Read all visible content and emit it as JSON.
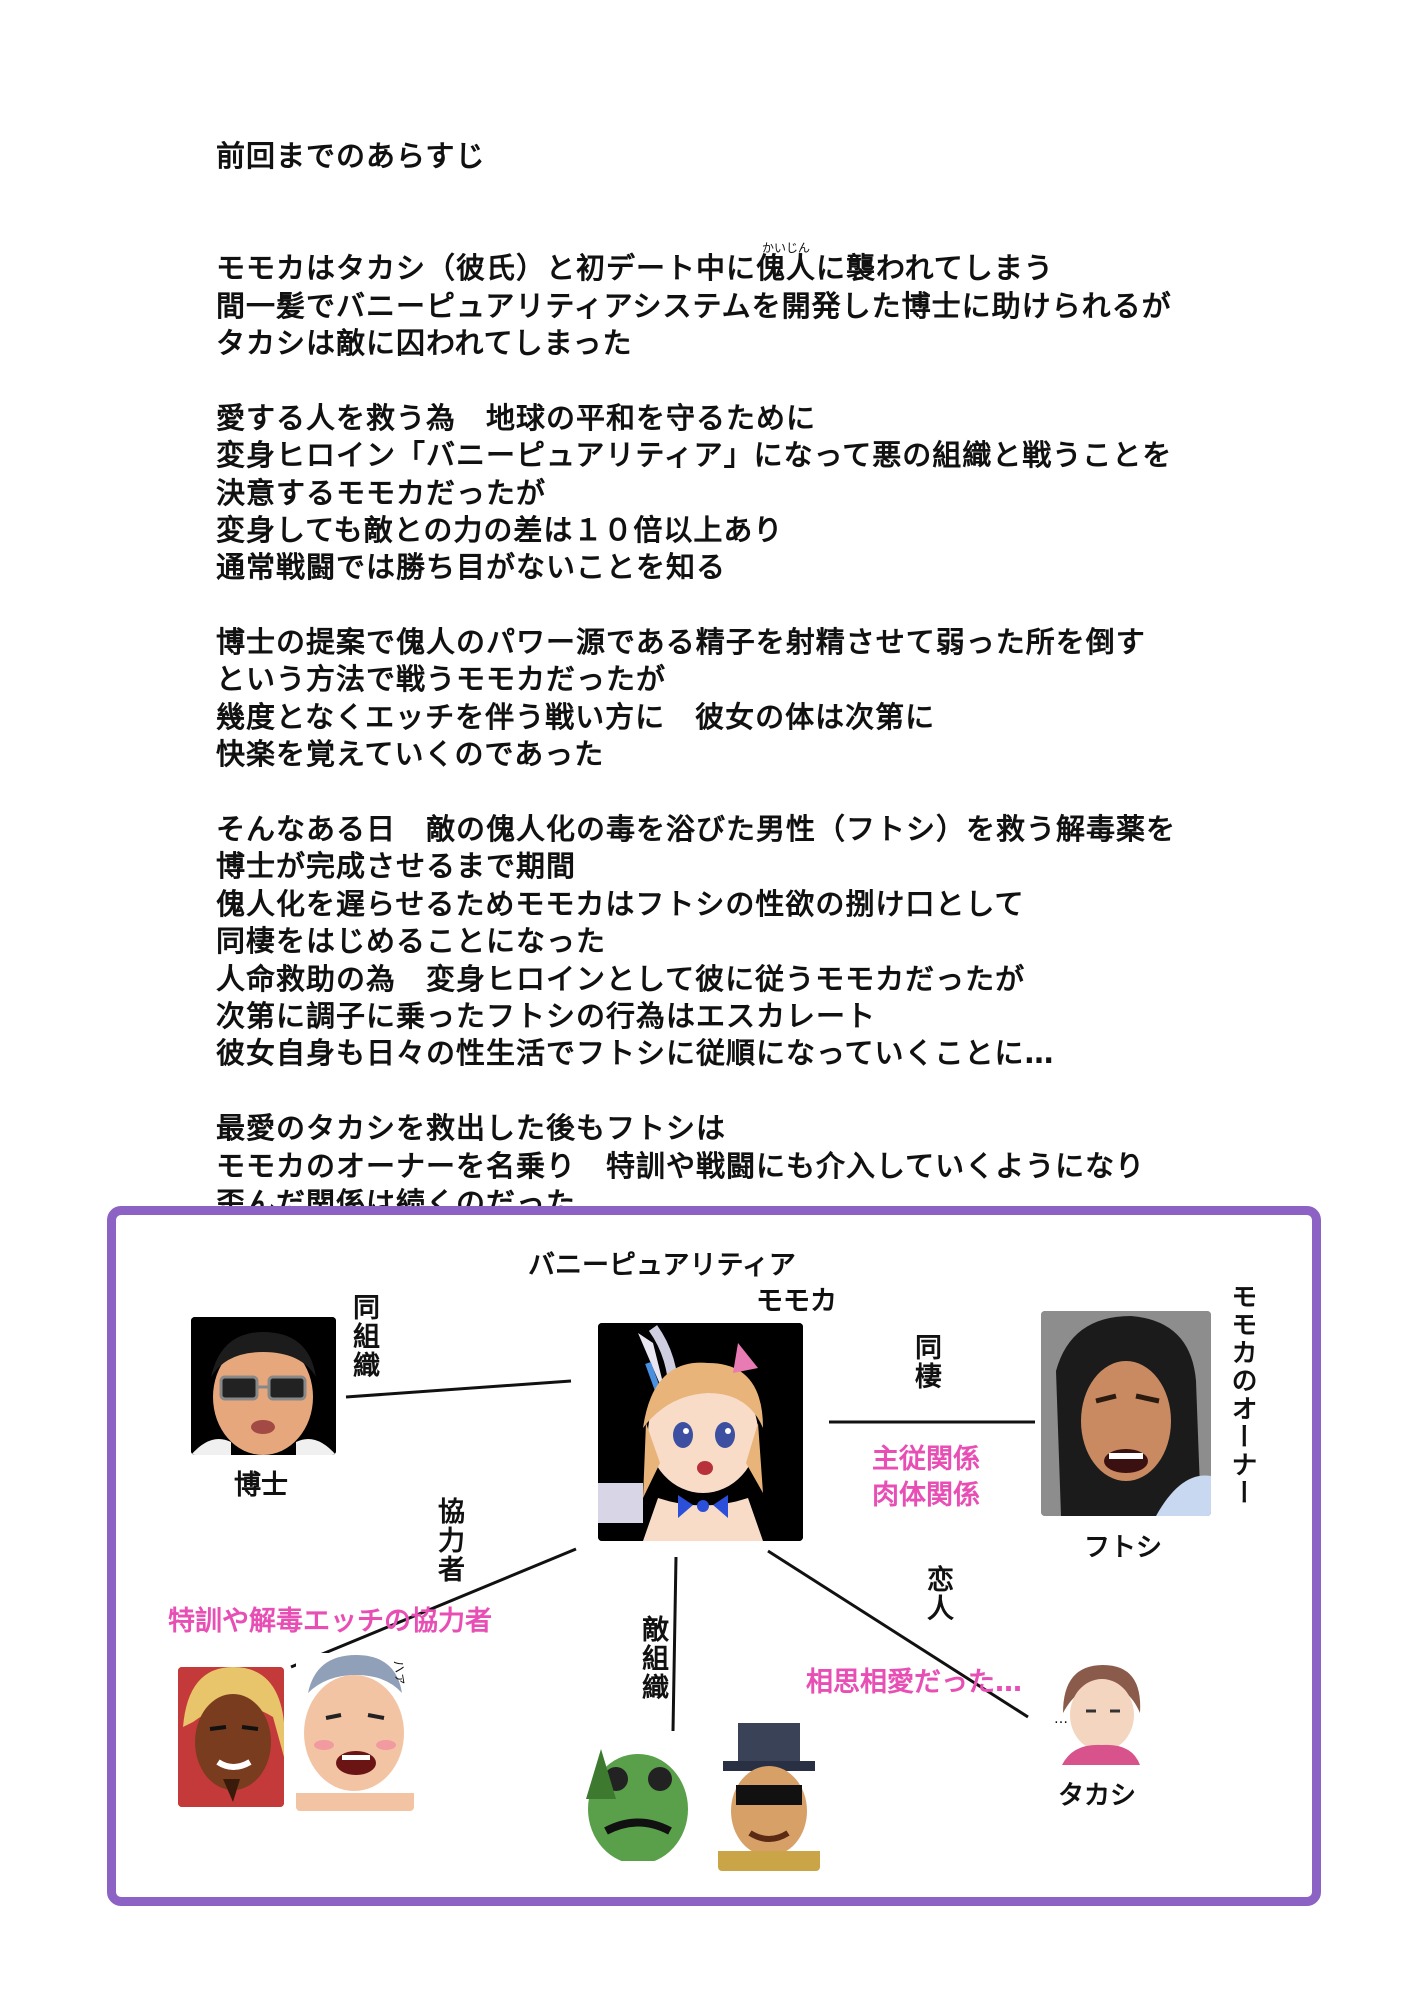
{
  "summary": {
    "heading": "前回までのあらすじ",
    "p1": {
      "l1_pre": "モモカはタカシ（彼氏）と初デート中に",
      "l1_word": "傀人",
      "l1_ruby": "かいじん",
      "l1_post": "に襲われてしまう",
      "l2": "間一髪でバニーピュアリティアシステムを開発した博士に助けられるが",
      "l3": "タカシは敵に囚われてしまった"
    },
    "p2": [
      "愛する人を救う為　地球の平和を守るために",
      "変身ヒロイン「バニーピュアリティア」になって悪の組織と戦うことを",
      "決意するモモカだったが",
      "変身しても敵との力の差は１０倍以上あり",
      "通常戦闘では勝ち目がないことを知る"
    ],
    "p3": [
      "博士の提案で傀人のパワー源である精子を射精させて弱った所を倒す",
      "という方法で戦うモモカだったが",
      "幾度となくエッチを伴う戦い方に　彼女の体は次第に",
      "快楽を覚えていくのであった"
    ],
    "p4": [
      "そんなある日　敵の傀人化の毒を浴びた男性（フトシ）を救う解毒薬を",
      "博士が完成させるまで期間",
      "傀人化を遅らせるためモモカはフトシの性欲の捌け口として",
      "同棲をはじめることになった",
      "人命救助の為　変身ヒロインとして彼に従うモモカだったが",
      "次第に調子に乗ったフトシの行為はエスカレート",
      "彼女自身も日々の性生活でフトシに従順になっていくことに…"
    ],
    "p5": [
      "最愛のタカシを救出した後もフトシは",
      "モモカのオーナーを名乗り　特訓や戦闘にも介入していくようになり",
      "歪んだ関係は続くのだった…"
    ]
  },
  "chart": {
    "center_title": "バニーピュアリティア",
    "center_name": "モモカ",
    "hakase_name": "博士",
    "hakase_rel": "同組織",
    "futoshi_name": "フトシ",
    "futoshi_role": "モモカのオーナー",
    "futoshi_rel": "同棲",
    "futoshi_rel_pink_1": "主従関係",
    "futoshi_rel_pink_2": "肉体関係",
    "coop_rel": "協力者",
    "coop_pink": "特訓や解毒エッチの協力者",
    "enemy_rel": "敵組織",
    "lover_rel": "恋人",
    "lover_pink": "相思相愛だった…",
    "takashi_name": "タカシ",
    "sfx_haa": "ハァ",
    "sfx_dots": "…"
  },
  "colors": {
    "frame": "#8c62c4",
    "pink_text": "#e84fb4",
    "portrait_bg": "#000000"
  }
}
